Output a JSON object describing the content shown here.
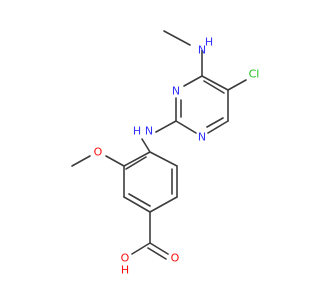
{
  "molecule": {
    "colors": {
      "bond": "#3c3c3c",
      "carbon": "#3c3c3c",
      "nitrogen": "#3232ff",
      "oxygen": "#ff0d0d",
      "chlorine": "#1fc01f",
      "background": "#ffffff"
    },
    "atoms": [
      {
        "id": "a_nh_methyl",
        "label": "H",
        "element": "N"
      },
      {
        "id": "a_n_methyl",
        "label": "N",
        "element": "N"
      },
      {
        "id": "a_cl",
        "label": "Cl",
        "element": "Cl"
      },
      {
        "id": "a_n_ring3",
        "label": "N",
        "element": "N"
      },
      {
        "id": "a_n_ring1",
        "label": "N",
        "element": "N"
      },
      {
        "id": "a_nh_link_n",
        "label": "N",
        "element": "N"
      },
      {
        "id": "a_nh_link_h",
        "label": "H",
        "element": "N"
      },
      {
        "id": "a_o_methoxy",
        "label": "O",
        "element": "O"
      },
      {
        "id": "a_o_carbonyl",
        "label": "O",
        "element": "O"
      },
      {
        "id": "a_o_hydroxyl",
        "label": "O",
        "element": "O"
      },
      {
        "id": "a_h_hydroxyl",
        "label": "H",
        "element": "O"
      }
    ]
  }
}
